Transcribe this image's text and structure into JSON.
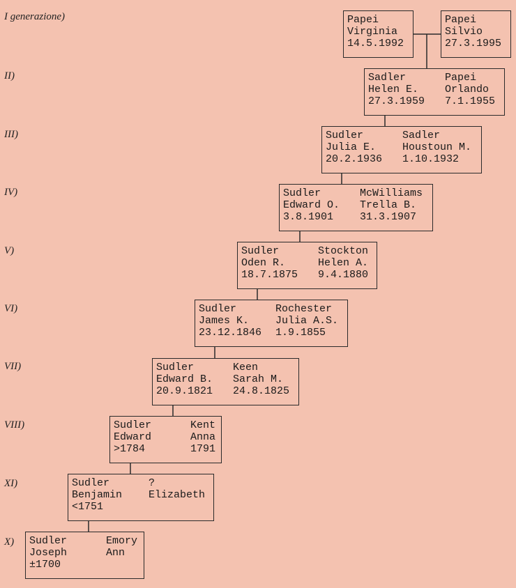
{
  "generations": [
    {
      "label": "I generazione)",
      "people": [
        {
          "surname": "Papei",
          "name": "Virginia",
          "date": "14.5.1992"
        },
        {
          "surname": "Papei",
          "name": "Silvio",
          "date": "27.3.1995"
        }
      ]
    },
    {
      "label": "II)",
      "people": [
        {
          "surname": "Sadler",
          "name": "Helen E.",
          "date": "27.3.1959"
        },
        {
          "surname": "Papei",
          "name": "Orlando",
          "date": "7.1.1955"
        }
      ]
    },
    {
      "label": "III)",
      "people": [
        {
          "surname": "Sudler",
          "name": "Julia E.",
          "date": "20.2.1936"
        },
        {
          "surname": "Sadler",
          "name": "Houstoun M.",
          "date": "1.10.1932"
        }
      ]
    },
    {
      "label": "IV)",
      "people": [
        {
          "surname": "Sudler",
          "name": "Edward O.",
          "date": "3.8.1901"
        },
        {
          "surname": "McWilliams",
          "name": "Trella B.",
          "date": "31.3.1907"
        }
      ]
    },
    {
      "label": "V)",
      "people": [
        {
          "surname": "Sudler",
          "name": "Oden R.",
          "date": "18.7.1875"
        },
        {
          "surname": "Stockton",
          "name": "Helen A.",
          "date": "9.4.1880"
        }
      ]
    },
    {
      "label": "VI)",
      "people": [
        {
          "surname": "Sudler",
          "name": "James K.",
          "date": "23.12.1846"
        },
        {
          "surname": "Rochester",
          "name": "Julia A.S.",
          "date": "1.9.1855"
        }
      ]
    },
    {
      "label": "VII)",
      "people": [
        {
          "surname": "Sudler",
          "name": "Edward B.",
          "date": "20.9.1821"
        },
        {
          "surname": "Keen",
          "name": "Sarah M.",
          "date": "24.8.1825"
        }
      ]
    },
    {
      "label": "VIII)",
      "people": [
        {
          "surname": "Sudler",
          "name": "Edward",
          "date": ">1784"
        },
        {
          "surname": "Kent",
          "name": "Anna",
          "date": "1791"
        }
      ]
    },
    {
      "label": "XI)",
      "people": [
        {
          "surname": "Sudler",
          "name": "Benjamin",
          "date": "<1751"
        },
        {
          "surname": "?",
          "name": "Elizabeth",
          "date": ""
        }
      ]
    },
    {
      "label": "X)",
      "people": [
        {
          "surname": "Sudler",
          "name": "Joseph",
          "date": "±1700"
        },
        {
          "surname": "Emory",
          "name": "Ann",
          "date": ""
        }
      ]
    }
  ]
}
